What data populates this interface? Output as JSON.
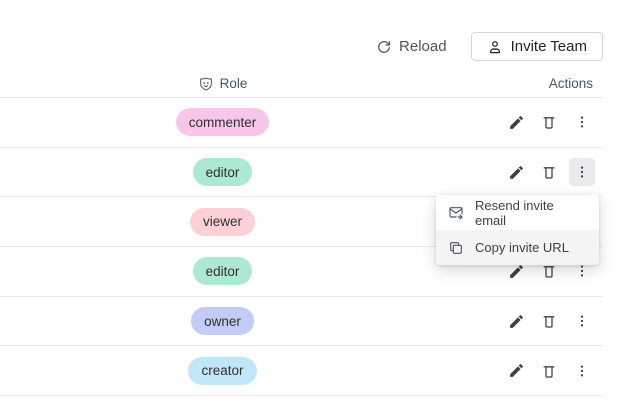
{
  "toolbar": {
    "reload_label": "Reload",
    "invite_label": "Invite Team"
  },
  "table": {
    "headers": {
      "role": "Role",
      "actions": "Actions"
    },
    "rows": [
      {
        "role": "commenter",
        "badge_color": "#f8c6e9"
      },
      {
        "role": "editor",
        "badge_color": "#ace8d2"
      },
      {
        "role": "viewer",
        "badge_color": "#fcd1d6"
      },
      {
        "role": "editor",
        "badge_color": "#ace8d2"
      },
      {
        "role": "owner",
        "badge_color": "#c3ccf6"
      },
      {
        "role": "creator",
        "badge_color": "#c0e6f7"
      }
    ],
    "row_action_icons": [
      "edit-icon",
      "delete-icon",
      "kebab-menu-icon"
    ],
    "open_menu_row_index": 1
  },
  "menu": {
    "items": [
      {
        "label": "Resend invite email",
        "icon": "mail-forward-icon"
      },
      {
        "label": "Copy invite URL",
        "icon": "copy-icon"
      }
    ]
  },
  "colors": {
    "badge_text": "#303030",
    "divider": "#e9e9ec",
    "header_text": "#475569",
    "action_icon": "#3f3f46",
    "menu_hover_bg": "#f4f4f5",
    "kebab_active_bg": "#ebebed"
  }
}
